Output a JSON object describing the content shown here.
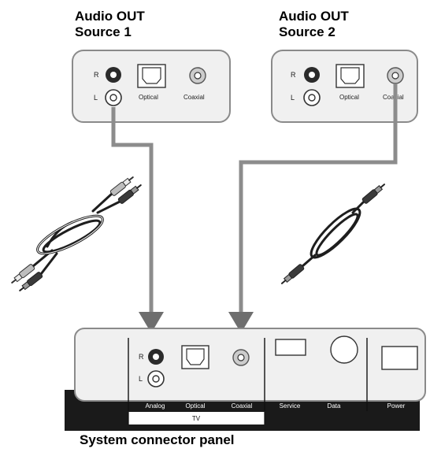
{
  "sources": [
    {
      "title": "Audio OUT",
      "subtitle": "Source 1",
      "jack_r": "R",
      "jack_l": "L",
      "optical_label": "Optical",
      "coaxial_label": "Coaxial"
    },
    {
      "title": "Audio OUT",
      "subtitle": "Source 2",
      "jack_r": "R",
      "jack_l": "L",
      "optical_label": "Optical",
      "coaxial_label": "Coaxial"
    }
  ],
  "panel": {
    "title": "System connector panel",
    "jack_r": "R",
    "jack_l": "L",
    "labels": {
      "analog": "Analog",
      "optical": "Optical",
      "coaxial": "Coaxial",
      "service": "Service",
      "data": "Data",
      "power": "Power",
      "tv": "TV"
    }
  },
  "colors": {
    "box_fill": "#f0f0f0",
    "box_stroke": "#8a8a8a",
    "cable": "#8c8c8c",
    "label_bar": "#1a1a1a",
    "jack_red": "#2b2b2b"
  }
}
